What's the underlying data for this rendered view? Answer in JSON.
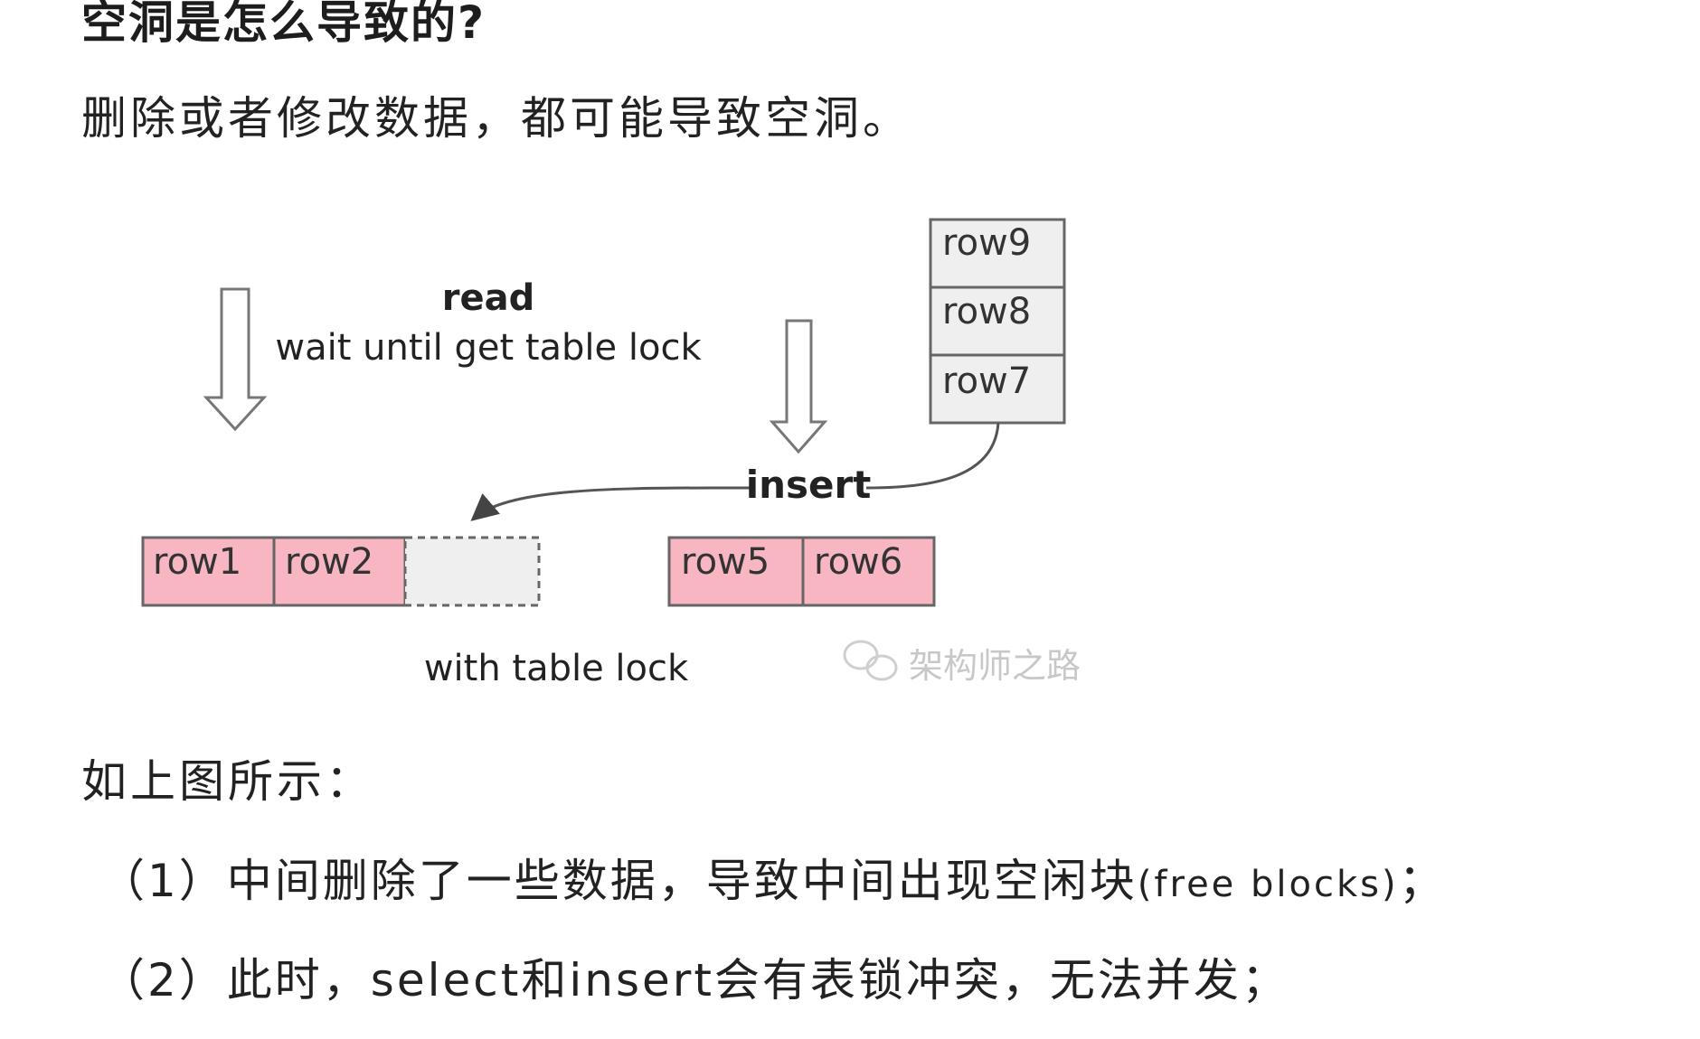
{
  "article": {
    "title": "空洞是怎么导致的?",
    "lead": "删除或者修改数据，都可能导致空洞。",
    "caption": "如上图所示：",
    "items": [
      {
        "prefix": "（1）中间删除了一些数据，导致中间出现空闲块",
        "latin": "(free blocks)",
        "suffix": "；"
      },
      {
        "text": "（2）此时，select和insert会有表锁冲突，无法并发；"
      }
    ]
  },
  "diagram": {
    "read_label": "read",
    "wait_label": "wait until get table lock",
    "insert_label": "insert",
    "with_lock_label": "with table lock",
    "watermark": "架构师之路",
    "table_rows": [
      "row1",
      "row2"
    ],
    "right_rows": [
      "row5",
      "row6"
    ],
    "stack_rows": [
      "row9",
      "row8",
      "row7"
    ],
    "colors": {
      "row_fill": "#f7b6c2",
      "stack_fill": "#efefef",
      "free_fill": "#efefef",
      "border": "#666666"
    },
    "icons": [
      "down-arrow-icon",
      "down-arrow-icon",
      "curved-arrow-icon",
      "wechat-logo-icon"
    ]
  }
}
